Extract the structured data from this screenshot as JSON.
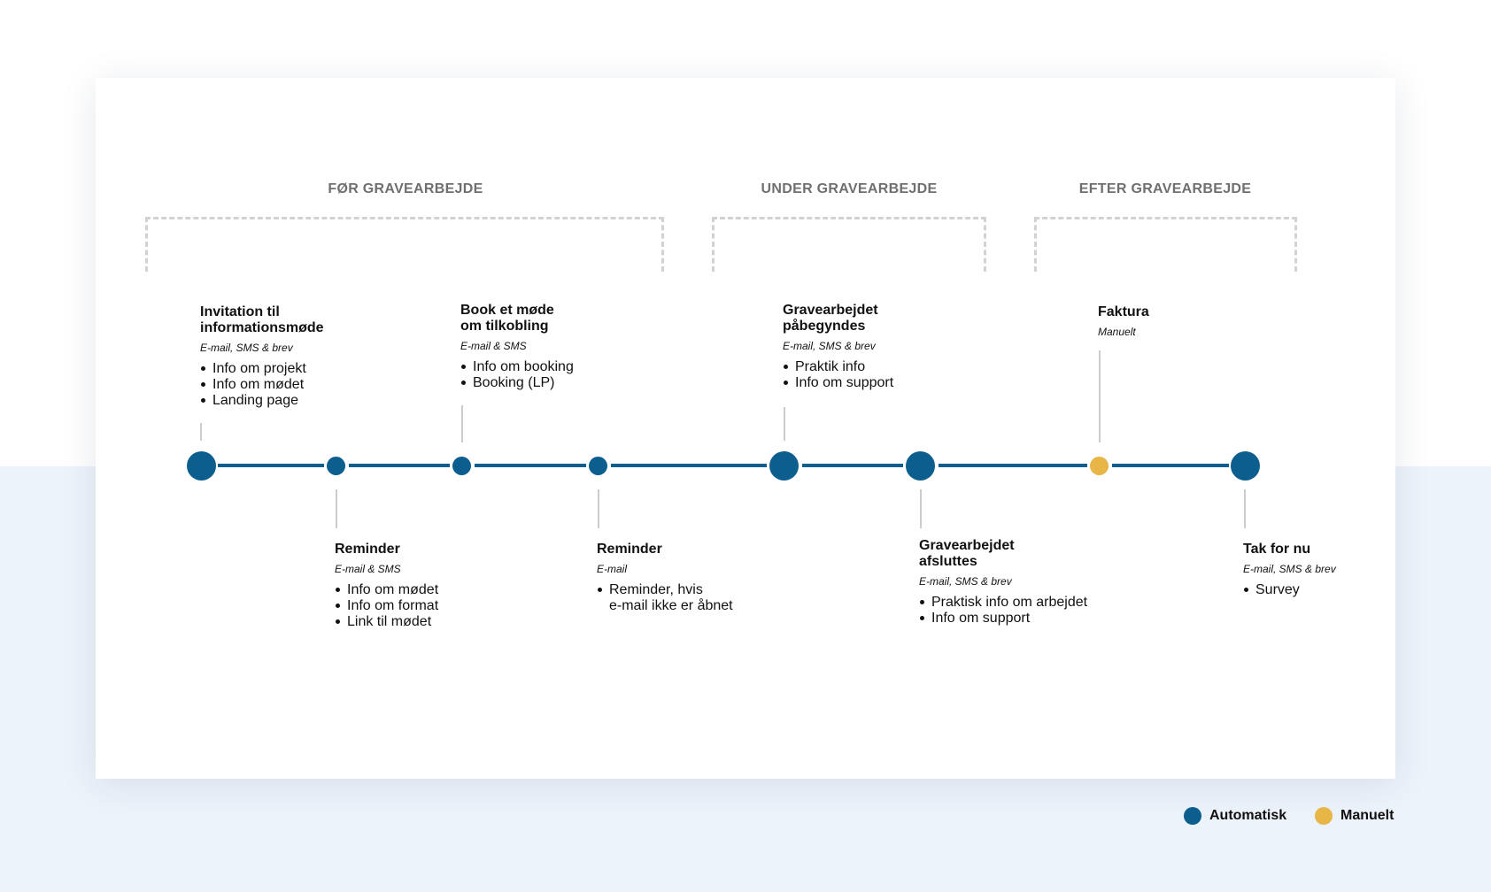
{
  "phases": [
    {
      "label": "FØR GRAVEARBEJDE"
    },
    {
      "label": "UNDER GRAVEARBEJDE"
    },
    {
      "label": "EFTER GRAVEARBEJDE"
    }
  ],
  "events": [
    {
      "title_lines": [
        "Invitation til",
        "informationsmøde"
      ],
      "channel": "E-mail, SMS & brev",
      "items": [
        "Info om projekt",
        "Info om mødet",
        "Landing page"
      ],
      "type": "automatic"
    },
    {
      "title_lines": [
        "Reminder"
      ],
      "channel": "E-mail & SMS",
      "items": [
        "Info om mødet",
        "Info om format",
        "Link til mødet"
      ],
      "type": "automatic"
    },
    {
      "title_lines": [
        "Book et møde",
        "om tilkobling"
      ],
      "channel": "E-mail & SMS",
      "items": [
        "Info om booking",
        "Booking (LP)"
      ],
      "type": "automatic"
    },
    {
      "title_lines": [
        "Reminder"
      ],
      "channel": "E-mail",
      "items": [
        "Reminder, hvis\ne-mail ikke er åbnet"
      ],
      "type": "automatic"
    },
    {
      "title_lines": [
        "Gravearbejdet",
        "påbegyndes"
      ],
      "channel": "E-mail, SMS & brev",
      "items": [
        "Praktik info",
        "Info om support"
      ],
      "type": "automatic"
    },
    {
      "title_lines": [
        "Gravearbejdet",
        "afsluttes"
      ],
      "channel": "E-mail, SMS & brev",
      "items": [
        "Praktisk info om arbejdet",
        "Info om support"
      ],
      "type": "automatic"
    },
    {
      "title_lines": [
        "Faktura"
      ],
      "channel": "Manuelt",
      "items": [],
      "type": "manual"
    },
    {
      "title_lines": [
        "Tak for nu"
      ],
      "channel": "E-mail, SMS & brev",
      "items": [
        "Survey"
      ],
      "type": "automatic"
    }
  ],
  "legend": [
    {
      "label": "Automatisk",
      "color": "#0b5e8d"
    },
    {
      "label": "Manuelt",
      "color": "#e8b547"
    }
  ],
  "colors": {
    "automatic": "#0b5e8d",
    "manual": "#e8b547",
    "phase_text": "#6f6f6f"
  }
}
